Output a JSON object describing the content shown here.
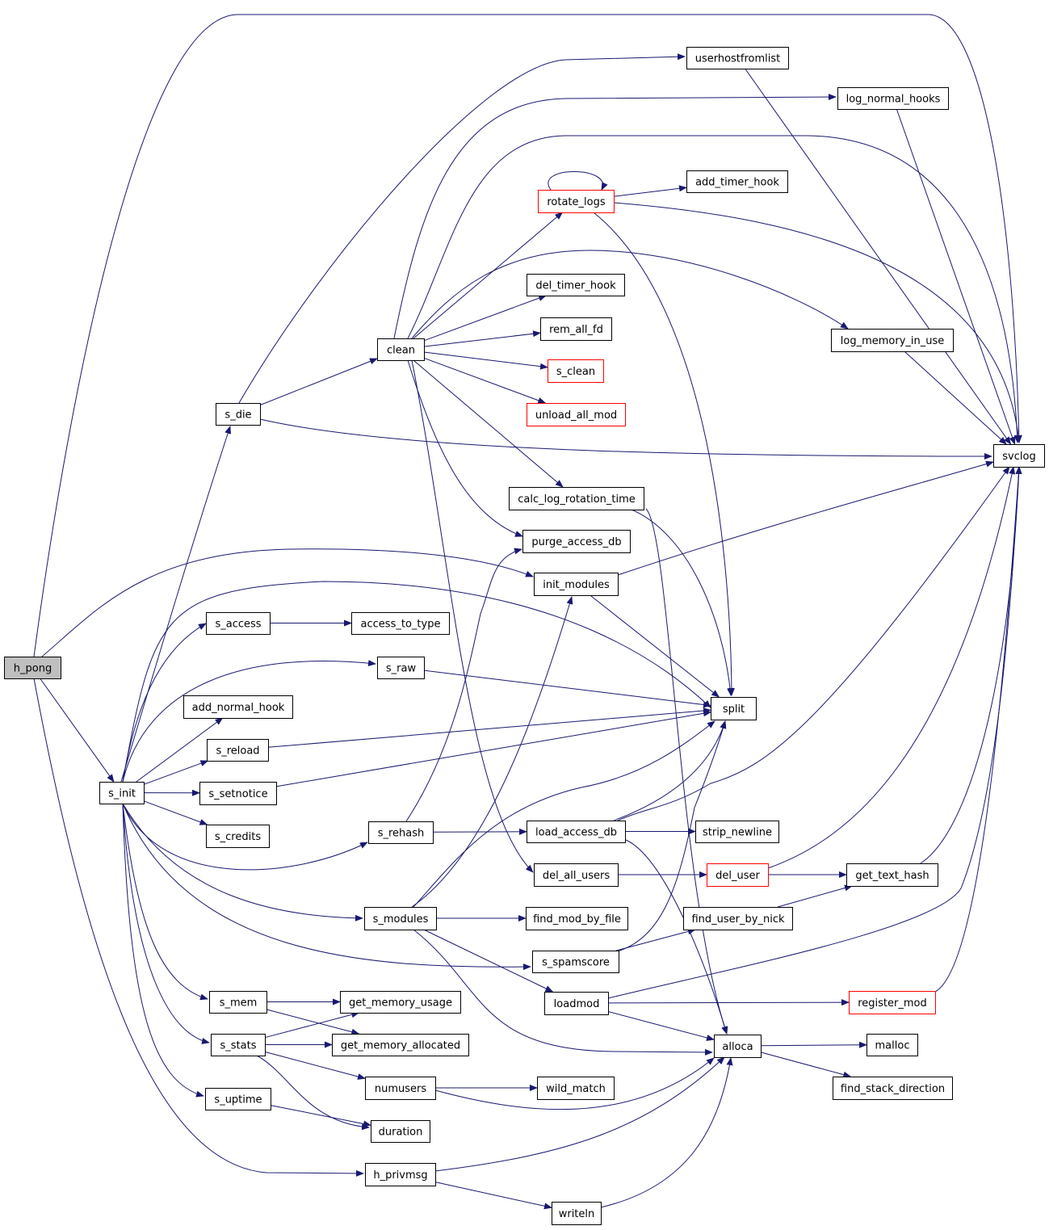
{
  "graph": {
    "title": "",
    "colors": {
      "edge": "#191970",
      "node_border": "#000000",
      "node_border_truncated": "#ff0000",
      "node_fill": "#ffffff",
      "root_fill": "#bfbfbf",
      "text": "#000000"
    },
    "nodes": [
      {
        "id": "h_pong",
        "label": "h_pong",
        "style": "root"
      },
      {
        "id": "svclog",
        "label": "svclog",
        "style": "normal"
      },
      {
        "id": "s_init",
        "label": "s_init",
        "style": "normal"
      },
      {
        "id": "userhostfromlist",
        "label": "userhostfromlist",
        "style": "normal"
      },
      {
        "id": "init_modules",
        "label": "init_modules",
        "style": "normal"
      },
      {
        "id": "h_privmsg",
        "label": "h_privmsg",
        "style": "normal"
      },
      {
        "id": "s_die",
        "label": "s_die",
        "style": "normal"
      },
      {
        "id": "clean",
        "label": "clean",
        "style": "normal"
      },
      {
        "id": "log_normal_hooks",
        "label": "log_normal_hooks",
        "style": "normal"
      },
      {
        "id": "rotate_logs",
        "label": "rotate_logs",
        "style": "truncated"
      },
      {
        "id": "add_timer_hook",
        "label": "add_timer_hook",
        "style": "normal"
      },
      {
        "id": "del_timer_hook",
        "label": "del_timer_hook",
        "style": "normal"
      },
      {
        "id": "rem_all_fd",
        "label": "rem_all_fd",
        "style": "normal"
      },
      {
        "id": "s_clean",
        "label": "s_clean",
        "style": "truncated"
      },
      {
        "id": "unload_all_mod",
        "label": "unload_all_mod",
        "style": "truncated"
      },
      {
        "id": "log_memory_in_use",
        "label": "log_memory_in_use",
        "style": "normal"
      },
      {
        "id": "calc_log_rotation_time",
        "label": "calc_log_rotation_time",
        "style": "normal"
      },
      {
        "id": "purge_access_db",
        "label": "purge_access_db",
        "style": "normal"
      },
      {
        "id": "s_access",
        "label": "s_access",
        "style": "normal"
      },
      {
        "id": "access_to_type",
        "label": "access_to_type",
        "style": "normal"
      },
      {
        "id": "s_raw",
        "label": "s_raw",
        "style": "normal"
      },
      {
        "id": "split",
        "label": "split",
        "style": "normal"
      },
      {
        "id": "add_normal_hook",
        "label": "add_normal_hook",
        "style": "normal"
      },
      {
        "id": "s_reload",
        "label": "s_reload",
        "style": "normal"
      },
      {
        "id": "s_setnotice",
        "label": "s_setnotice",
        "style": "normal"
      },
      {
        "id": "s_credits",
        "label": "s_credits",
        "style": "normal"
      },
      {
        "id": "s_rehash",
        "label": "s_rehash",
        "style": "normal"
      },
      {
        "id": "load_access_db",
        "label": "load_access_db",
        "style": "normal"
      },
      {
        "id": "strip_newline",
        "label": "strip_newline",
        "style": "normal"
      },
      {
        "id": "del_all_users",
        "label": "del_all_users",
        "style": "normal"
      },
      {
        "id": "del_user",
        "label": "del_user",
        "style": "truncated"
      },
      {
        "id": "get_text_hash",
        "label": "get_text_hash",
        "style": "normal"
      },
      {
        "id": "s_modules",
        "label": "s_modules",
        "style": "normal"
      },
      {
        "id": "find_mod_by_file",
        "label": "find_mod_by_file",
        "style": "normal"
      },
      {
        "id": "find_user_by_nick",
        "label": "find_user_by_nick",
        "style": "normal"
      },
      {
        "id": "s_spamscore",
        "label": "s_spamscore",
        "style": "normal"
      },
      {
        "id": "loadmod",
        "label": "loadmod",
        "style": "normal"
      },
      {
        "id": "register_mod",
        "label": "register_mod",
        "style": "truncated"
      },
      {
        "id": "s_mem",
        "label": "s_mem",
        "style": "normal"
      },
      {
        "id": "get_memory_usage",
        "label": "get_memory_usage",
        "style": "normal"
      },
      {
        "id": "s_stats",
        "label": "s_stats",
        "style": "normal"
      },
      {
        "id": "get_memory_allocated",
        "label": "get_memory_allocated",
        "style": "normal"
      },
      {
        "id": "alloca",
        "label": "alloca",
        "style": "normal"
      },
      {
        "id": "malloc",
        "label": "malloc",
        "style": "normal"
      },
      {
        "id": "numusers",
        "label": "numusers",
        "style": "normal"
      },
      {
        "id": "wild_match",
        "label": "wild_match",
        "style": "normal"
      },
      {
        "id": "find_stack_direction",
        "label": "find_stack_direction",
        "style": "normal"
      },
      {
        "id": "s_uptime",
        "label": "s_uptime",
        "style": "normal"
      },
      {
        "id": "duration",
        "label": "duration",
        "style": "normal"
      },
      {
        "id": "writeln",
        "label": "writeln",
        "style": "normal"
      }
    ],
    "edges": [
      {
        "from": "h_pong",
        "to": "svclog"
      },
      {
        "from": "h_pong",
        "to": "init_modules"
      },
      {
        "from": "h_pong",
        "to": "s_init"
      },
      {
        "from": "h_pong",
        "to": "h_privmsg"
      },
      {
        "from": "s_init",
        "to": "s_die"
      },
      {
        "from": "s_init",
        "to": "s_access"
      },
      {
        "from": "s_init",
        "to": "s_raw"
      },
      {
        "from": "s_init",
        "to": "add_normal_hook"
      },
      {
        "from": "s_init",
        "to": "s_reload"
      },
      {
        "from": "s_init",
        "to": "s_setnotice"
      },
      {
        "from": "s_init",
        "to": "s_credits"
      },
      {
        "from": "s_init",
        "to": "s_rehash"
      },
      {
        "from": "s_init",
        "to": "s_modules"
      },
      {
        "from": "s_init",
        "to": "s_spamscore"
      },
      {
        "from": "s_init",
        "to": "s_mem"
      },
      {
        "from": "s_init",
        "to": "s_stats"
      },
      {
        "from": "s_init",
        "to": "s_uptime"
      },
      {
        "from": "s_init",
        "to": "split"
      },
      {
        "from": "s_die",
        "to": "userhostfromlist"
      },
      {
        "from": "s_die",
        "to": "clean"
      },
      {
        "from": "s_die",
        "to": "svclog"
      },
      {
        "from": "clean",
        "to": "log_normal_hooks"
      },
      {
        "from": "clean",
        "to": "rotate_logs"
      },
      {
        "from": "clean",
        "to": "del_timer_hook"
      },
      {
        "from": "clean",
        "to": "rem_all_fd"
      },
      {
        "from": "clean",
        "to": "s_clean"
      },
      {
        "from": "clean",
        "to": "unload_all_mod"
      },
      {
        "from": "clean",
        "to": "calc_log_rotation_time"
      },
      {
        "from": "clean",
        "to": "purge_access_db"
      },
      {
        "from": "clean",
        "to": "log_memory_in_use"
      },
      {
        "from": "clean",
        "to": "del_all_users"
      },
      {
        "from": "clean",
        "to": "svclog"
      },
      {
        "from": "userhostfromlist",
        "to": "svclog"
      },
      {
        "from": "log_normal_hooks",
        "to": "svclog"
      },
      {
        "from": "rotate_logs",
        "to": "rotate_logs"
      },
      {
        "from": "rotate_logs",
        "to": "add_timer_hook"
      },
      {
        "from": "rotate_logs",
        "to": "svclog"
      },
      {
        "from": "rotate_logs",
        "to": "split"
      },
      {
        "from": "log_memory_in_use",
        "to": "svclog"
      },
      {
        "from": "calc_log_rotation_time",
        "to": "split"
      },
      {
        "from": "calc_log_rotation_time",
        "to": "alloca"
      },
      {
        "from": "init_modules",
        "to": "svclog"
      },
      {
        "from": "init_modules",
        "to": "split"
      },
      {
        "from": "s_access",
        "to": "access_to_type"
      },
      {
        "from": "s_raw",
        "to": "split"
      },
      {
        "from": "s_reload",
        "to": "split"
      },
      {
        "from": "s_setnotice",
        "to": "split"
      },
      {
        "from": "s_rehash",
        "to": "purge_access_db"
      },
      {
        "from": "s_rehash",
        "to": "load_access_db"
      },
      {
        "from": "load_access_db",
        "to": "strip_newline"
      },
      {
        "from": "load_access_db",
        "to": "split"
      },
      {
        "from": "load_access_db",
        "to": "svclog"
      },
      {
        "from": "load_access_db",
        "to": "alloca"
      },
      {
        "from": "del_all_users",
        "to": "del_user"
      },
      {
        "from": "del_user",
        "to": "get_text_hash"
      },
      {
        "from": "del_user",
        "to": "svclog"
      },
      {
        "from": "get_text_hash",
        "to": "svclog"
      },
      {
        "from": "find_user_by_nick",
        "to": "get_text_hash"
      },
      {
        "from": "s_modules",
        "to": "find_mod_by_file"
      },
      {
        "from": "s_modules",
        "to": "loadmod"
      },
      {
        "from": "s_modules",
        "to": "init_modules"
      },
      {
        "from": "s_modules",
        "to": "split"
      },
      {
        "from": "s_modules",
        "to": "alloca"
      },
      {
        "from": "s_spamscore",
        "to": "find_user_by_nick"
      },
      {
        "from": "s_spamscore",
        "to": "split"
      },
      {
        "from": "loadmod",
        "to": "register_mod"
      },
      {
        "from": "loadmod",
        "to": "alloca"
      },
      {
        "from": "loadmod",
        "to": "svclog"
      },
      {
        "from": "register_mod",
        "to": "svclog"
      },
      {
        "from": "s_mem",
        "to": "get_memory_usage"
      },
      {
        "from": "s_mem",
        "to": "get_memory_allocated"
      },
      {
        "from": "s_stats",
        "to": "get_memory_usage"
      },
      {
        "from": "s_stats",
        "to": "get_memory_allocated"
      },
      {
        "from": "s_stats",
        "to": "numusers"
      },
      {
        "from": "s_stats",
        "to": "duration"
      },
      {
        "from": "numusers",
        "to": "wild_match"
      },
      {
        "from": "numusers",
        "to": "alloca"
      },
      {
        "from": "s_uptime",
        "to": "duration"
      },
      {
        "from": "alloca",
        "to": "malloc"
      },
      {
        "from": "alloca",
        "to": "find_stack_direction"
      },
      {
        "from": "h_privmsg",
        "to": "writeln"
      },
      {
        "from": "h_privmsg",
        "to": "alloca"
      },
      {
        "from": "writeln",
        "to": "alloca"
      }
    ]
  }
}
